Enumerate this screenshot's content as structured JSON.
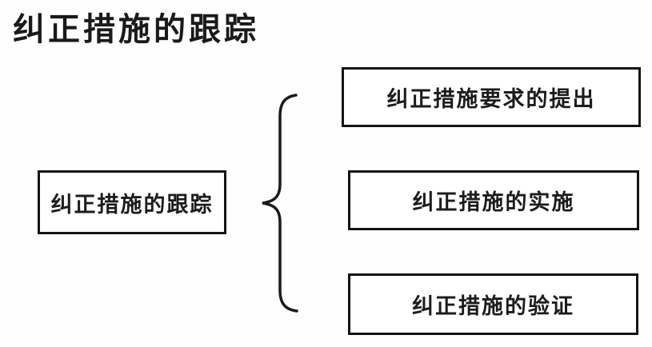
{
  "title": "纠正措施的跟踪",
  "diagram": {
    "root": {
      "label": "纠正措施的跟踪"
    },
    "connector": "left-curly-brace",
    "children": [
      {
        "label": "纠正措施要求的提出"
      },
      {
        "label": "纠正措施的实施"
      },
      {
        "label": "纠正措施的验证"
      }
    ]
  },
  "colors": {
    "ink": "#1c1c1c",
    "box_border": "#141414",
    "background": "#fefefe"
  }
}
